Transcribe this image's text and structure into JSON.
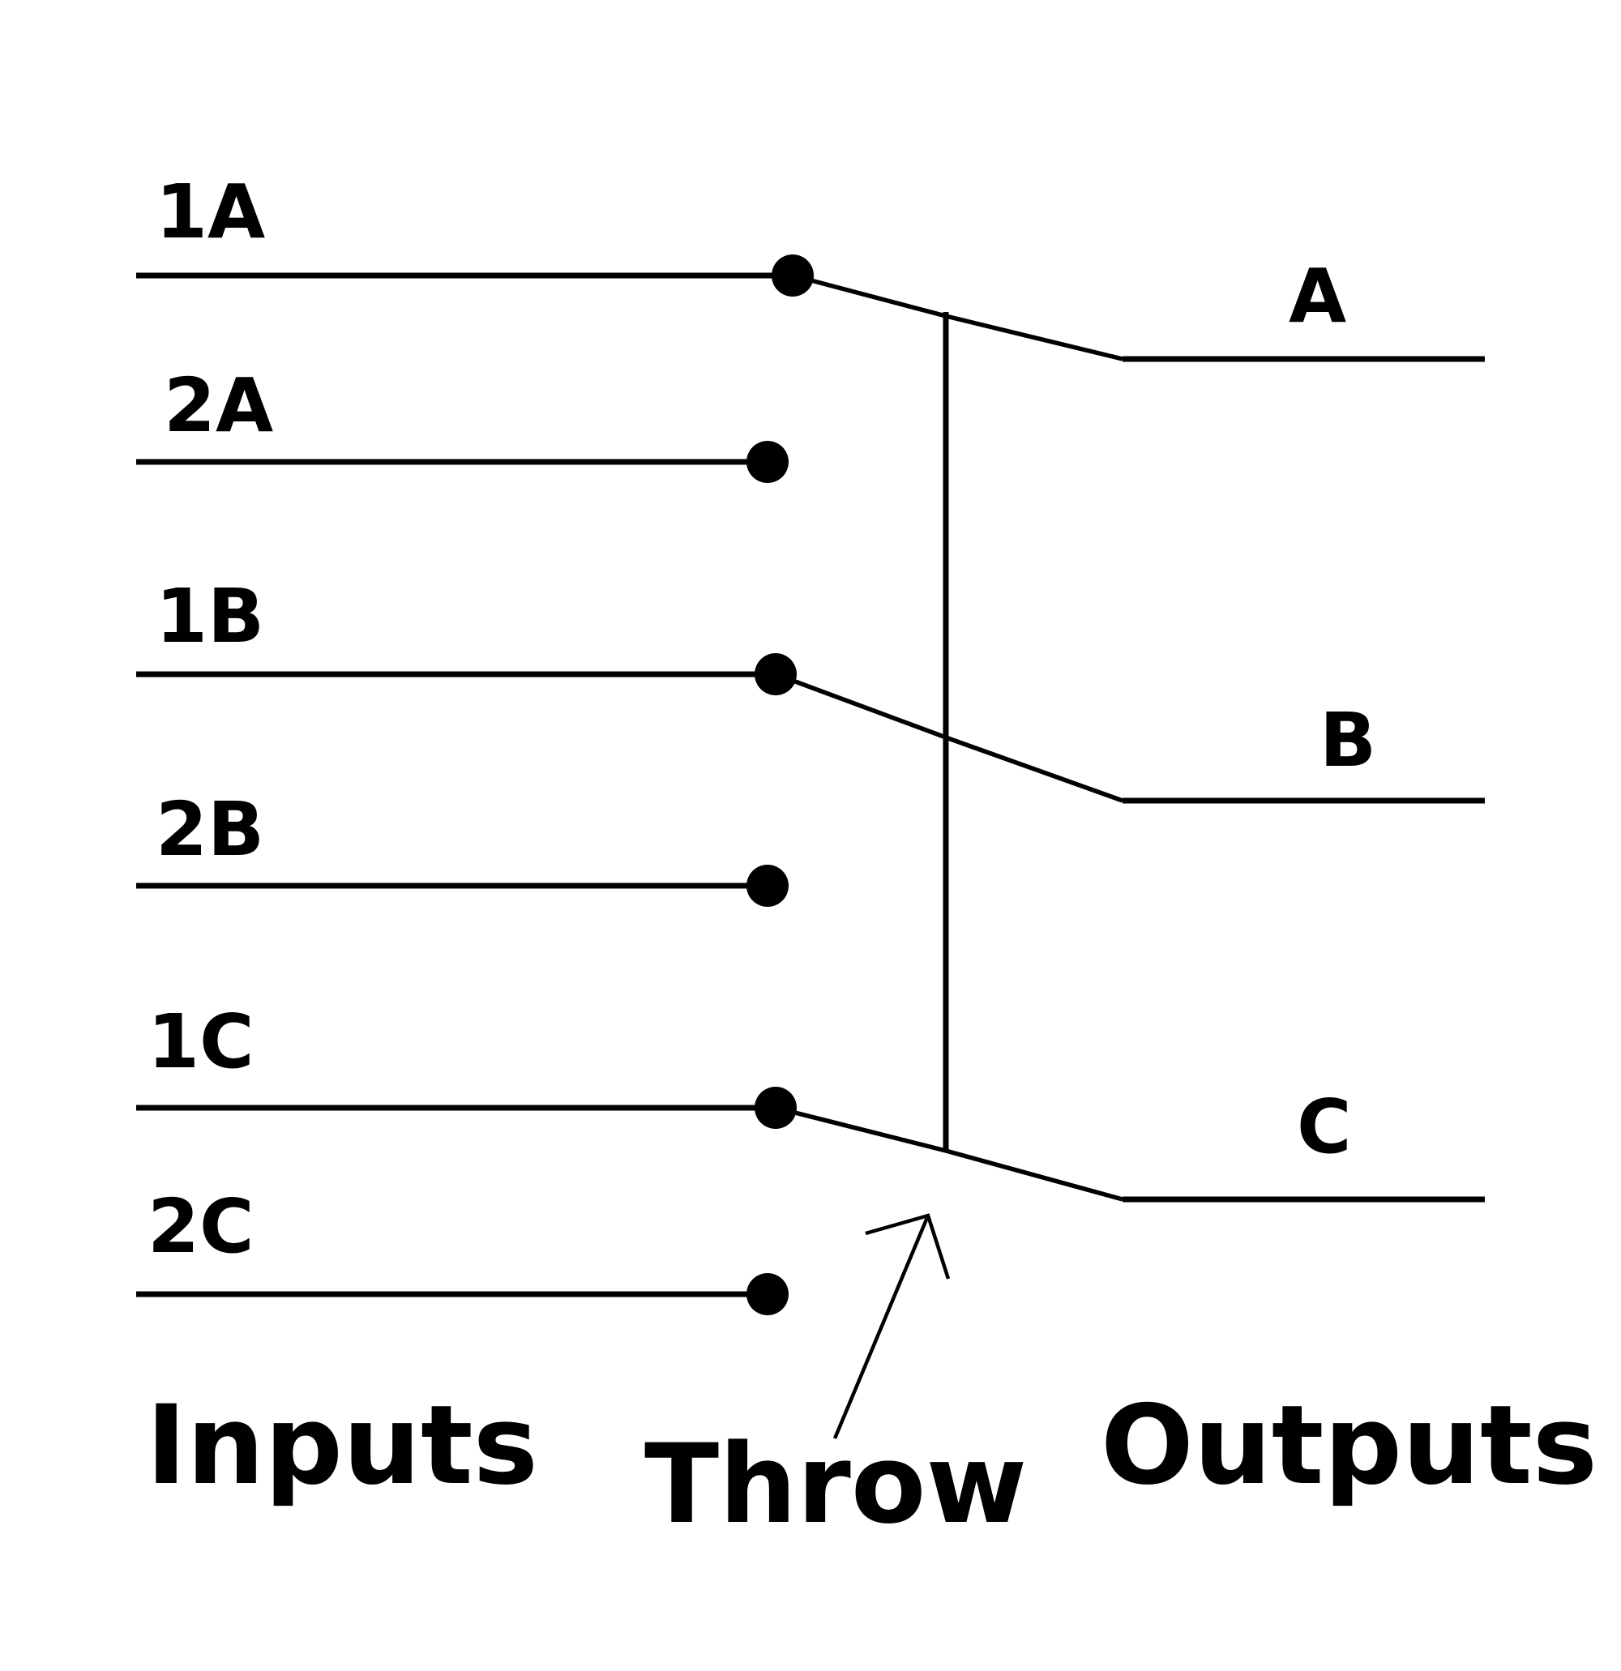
{
  "inputs": {
    "caption": "Inputs",
    "terminals": [
      {
        "label": "1A"
      },
      {
        "label": "2A"
      },
      {
        "label": "1B"
      },
      {
        "label": "2B"
      },
      {
        "label": "1C"
      },
      {
        "label": "2C"
      }
    ]
  },
  "outputs": {
    "caption": "Outputs",
    "terminals": [
      {
        "label": "A"
      },
      {
        "label": "B"
      },
      {
        "label": "C"
      }
    ]
  },
  "throw": {
    "caption": "Throw"
  },
  "colors": {
    "ink": "#000000",
    "background": "#ffffff"
  }
}
